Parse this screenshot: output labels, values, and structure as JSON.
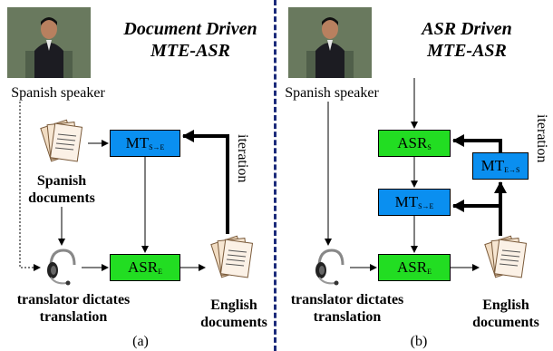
{
  "left": {
    "title_line1": "Document Driven",
    "title_line2": "MTE-ASR",
    "speaker_label": "Spanish speaker",
    "mt_box": {
      "main": "MT",
      "sub": "S→E"
    },
    "asr_box": {
      "main": "ASR",
      "sub": "E"
    },
    "iteration_label": "iteration",
    "spanish_docs_line1": "Spanish",
    "spanish_docs_line2": "documents",
    "translator_line1": "translator dictates",
    "translator_line2": "translation",
    "english_docs_line1": "English",
    "english_docs_line2": "documents",
    "caption": "(a)"
  },
  "right": {
    "title_line1": "ASR Driven",
    "title_line2": "MTE-ASR",
    "speaker_label": "Spanish speaker",
    "asr_s_box": {
      "main": "ASR",
      "sub": "S"
    },
    "mt_se_box": {
      "main": "MT",
      "sub": "S→E"
    },
    "mt_es_box": {
      "main": "MT",
      "sub": "E→S"
    },
    "asr_e_box": {
      "main": "ASR",
      "sub": "E"
    },
    "iteration_label": "iteration",
    "translator_line1": "translator dictates",
    "translator_line2": "translation",
    "english_docs_line1": "English",
    "english_docs_line2": "documents",
    "caption": "(b)"
  },
  "colors": {
    "asr_box": "#22dd22",
    "mt_box": "#0a8ff0",
    "divider": "#1b2a7a"
  },
  "icons": [
    "speaker-photo",
    "document-stack-icon",
    "headset-icon"
  ]
}
